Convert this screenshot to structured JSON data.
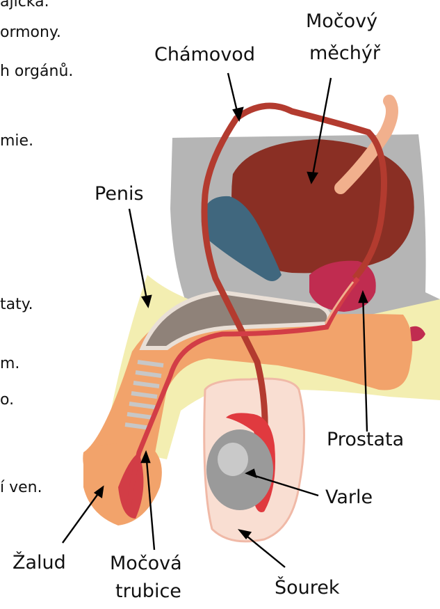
{
  "left_text": [
    "ajícka.",
    "ormony.",
    "h orgánů.",
    "mie.",
    "taty.",
    "m.",
    "o.",
    "í ven."
  ],
  "labels": {
    "chamovod": "Chámovod",
    "mocovy_mechyr_1": "Močový",
    "mocovy_mechyr_2": "měchýř",
    "penis": "Penis",
    "prostata": "Prostata",
    "varle": "Varle",
    "zalud": "Žalud",
    "mocova_trubice_1": "Močová",
    "mocova_trubice_2": "trubice",
    "sourek": "Šourek"
  },
  "colors": {
    "background_tissue": "#b5b5b5",
    "fat": "#f3eeb1",
    "skin": "#f2a36b",
    "scrotum": "#f9ded2",
    "bladder": "#8a2f24",
    "prostate": "#c02c50",
    "seminal_vesicle": "#40677e",
    "vas_deferens": "#b33b2f",
    "urethra": "#d23d46",
    "testis": "#9a9a9a",
    "corpus": "#8f8279"
  }
}
